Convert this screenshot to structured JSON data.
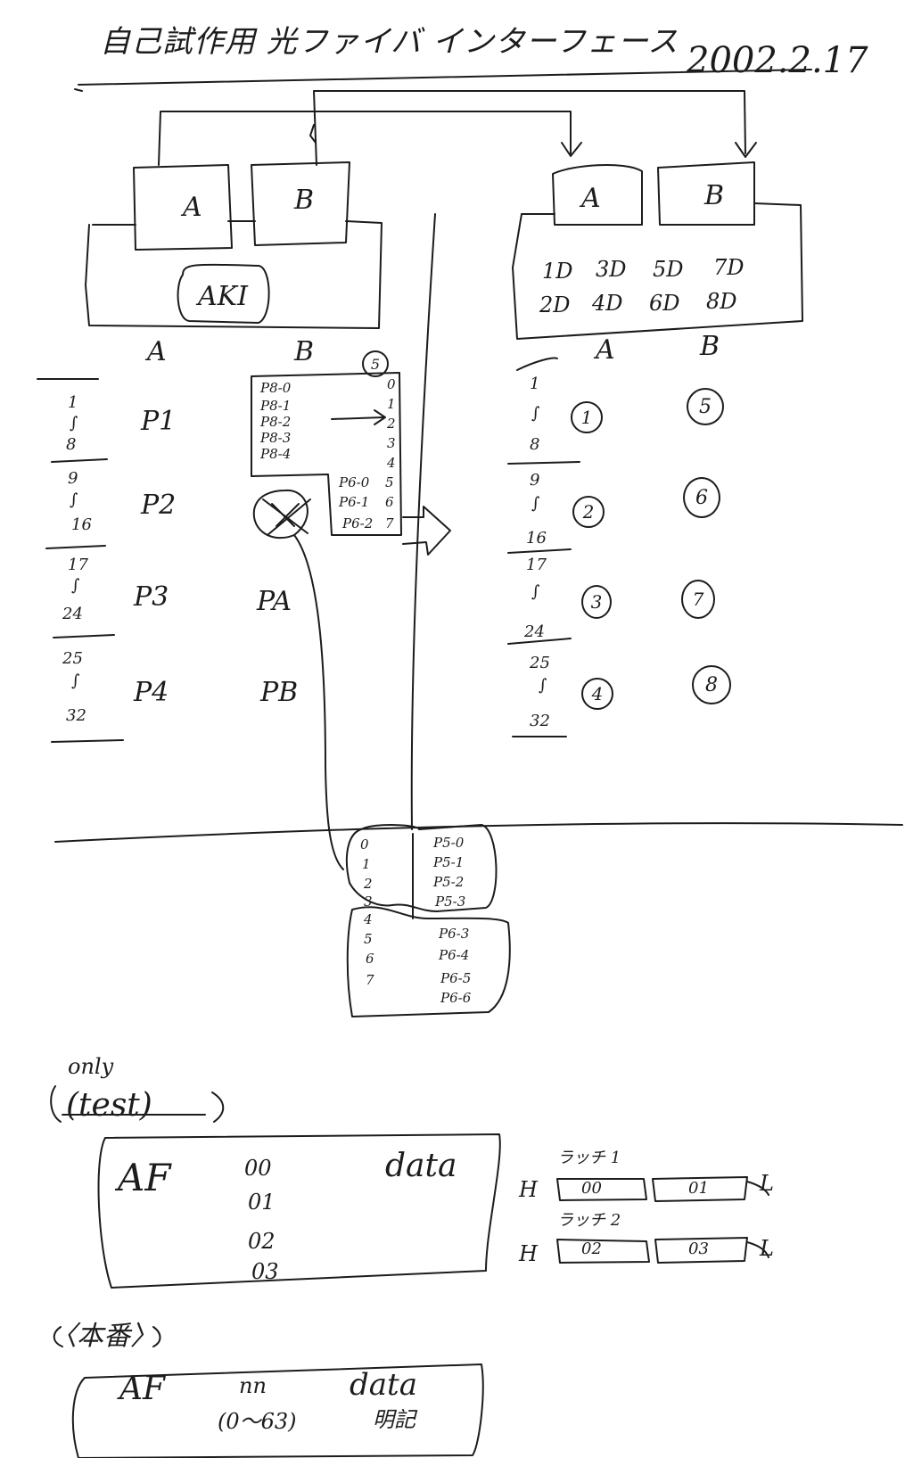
{
  "header": {
    "title": "自己試作用 光ファイバ インターフェース",
    "date": "2002.2.17"
  },
  "left_unit": {
    "slot_a": "A",
    "slot_b": "B",
    "module": "AKI"
  },
  "right_unit": {
    "slot_a": "A",
    "slot_b": "B",
    "ports_row1": [
      "1D",
      "3D",
      "5D",
      "7D"
    ],
    "ports_row2": [
      "2D",
      "4D",
      "6D",
      "8D"
    ]
  },
  "left_table": {
    "col_a": "A",
    "col_b": "B",
    "rows": [
      {
        "from": "1",
        "to": "8",
        "a": "P1",
        "b": ""
      },
      {
        "from": "9",
        "to": "16",
        "a": "P2",
        "b": ""
      },
      {
        "from": "17",
        "to": "24",
        "a": "P3",
        "b": "PA"
      },
      {
        "from": "25",
        "to": "32",
        "a": "P4",
        "b": "PB"
      }
    ]
  },
  "p8_box": {
    "top_circle": "5",
    "signals": [
      "P8-0",
      "P8-1",
      "P8-2",
      "P8-3",
      "P8-4"
    ],
    "pins": [
      "0",
      "1",
      "2",
      "3",
      "4"
    ],
    "p6_signals": [
      "P6-0",
      "P6-1",
      "P6-2"
    ],
    "p6_pins": [
      "5",
      "6",
      "7"
    ]
  },
  "right_table": {
    "col_a": "A",
    "col_b": "B",
    "rows": [
      {
        "from": "1",
        "to": "8",
        "a": "1",
        "b": "5"
      },
      {
        "from": "9",
        "to": "16",
        "a": "2",
        "b": "6"
      },
      {
        "from": "17",
        "to": "24",
        "a": "3",
        "b": "7"
      },
      {
        "from": "25",
        "to": "32",
        "a": "4",
        "b": "8"
      }
    ]
  },
  "bottom_box": {
    "pins": [
      "0",
      "1",
      "2",
      "3",
      "4",
      "5",
      "6",
      "7"
    ],
    "p5_signals": [
      "P5-0",
      "P5-1",
      "P5-2",
      "P5-3"
    ],
    "p6_signals": [
      "P6-3",
      "P6-4",
      "P6-5",
      "P6-6"
    ]
  },
  "test_section": {
    "note": "only",
    "heading": "(test)",
    "af": "AF",
    "regs": [
      "00",
      "01",
      "02",
      "03"
    ],
    "data": "data",
    "ch1_label": "ラッチ 1",
    "ch2_label": "ラッチ 2",
    "h": "H",
    "l": "L",
    "ch1_regs": [
      "00",
      "01"
    ],
    "ch2_regs": [
      "02",
      "03"
    ]
  },
  "main_section": {
    "heading": "〈本番〉",
    "af": "AF",
    "nn": "nn",
    "range": "(0〜63)",
    "data": "data",
    "note": "明記"
  }
}
